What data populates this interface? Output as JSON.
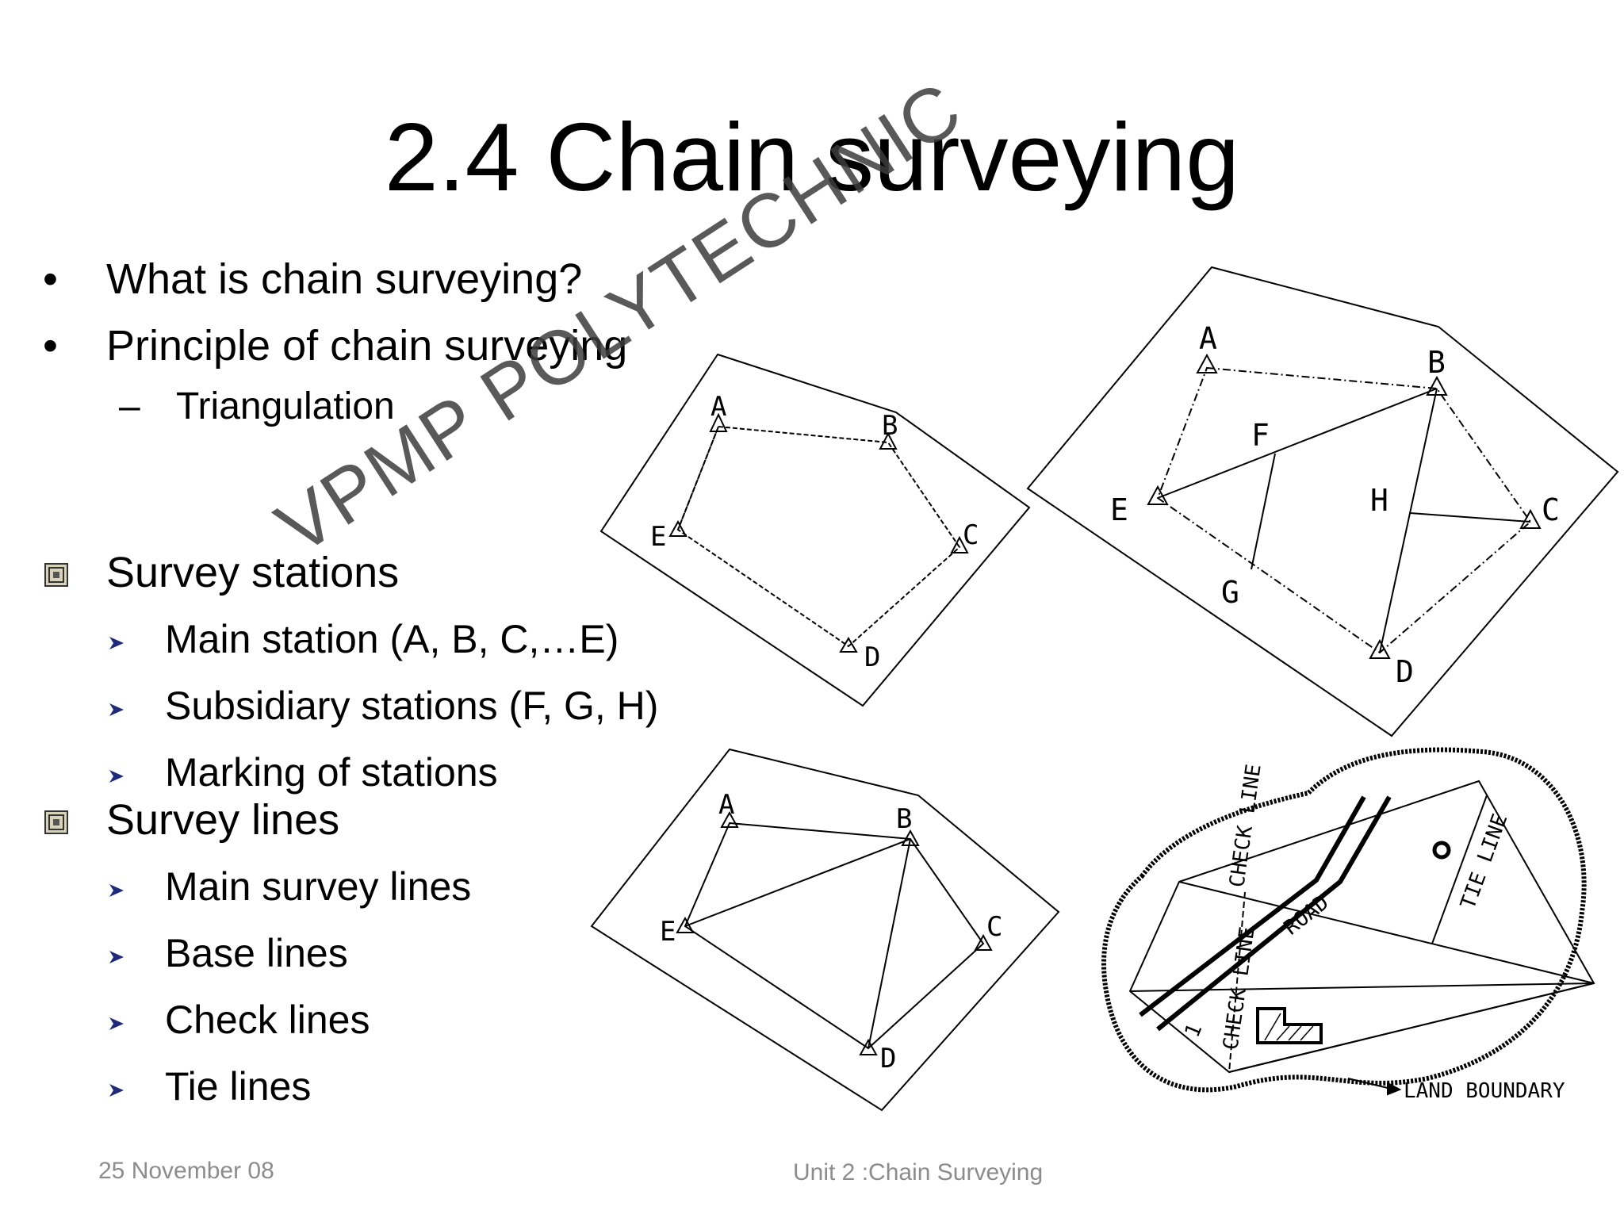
{
  "slide": {
    "title": "2.4 Chain surveying",
    "bullets": [
      {
        "label": "What is chain surveying?"
      },
      {
        "label": "Principle of chain surveying",
        "sub": [
          "Triangulation"
        ]
      }
    ],
    "sections": [
      {
        "label": "Survey stations",
        "items": [
          "Main station (A, B, C,…E)",
          "Subsidiary stations (F, G, H)",
          "Marking of stations"
        ]
      },
      {
        "label": "Survey lines",
        "items": [
          "Main survey lines",
          "Base lines",
          "Check lines",
          "Tie lines"
        ]
      }
    ],
    "footer": {
      "date": "25 November 08",
      "center": "Unit 2 :Chain Surveying"
    },
    "watermark": "VPMP POLYTECHNIC"
  },
  "diagrams": {
    "d1_labels": [
      "A",
      "B",
      "C",
      "D",
      "E"
    ],
    "d2_labels": [
      "A",
      "B",
      "C",
      "D",
      "E",
      "F",
      "G",
      "H"
    ],
    "d3_labels": [
      "A",
      "B",
      "C",
      "D",
      "E"
    ],
    "d4_labels": [
      "CHECK LINE",
      "ROAD",
      "TIE LINE",
      "CHECK LINE",
      "1",
      "LAND BOUNDARY"
    ]
  },
  "icons": {
    "bullet": "dot-icon",
    "dash": "dash-icon",
    "arrow": "arrow-bullet-icon",
    "square": "square-bullet-icon"
  },
  "colors": {
    "text": "#000000",
    "footer": "#8c8c8c",
    "arrow": "#1f2a7a"
  }
}
